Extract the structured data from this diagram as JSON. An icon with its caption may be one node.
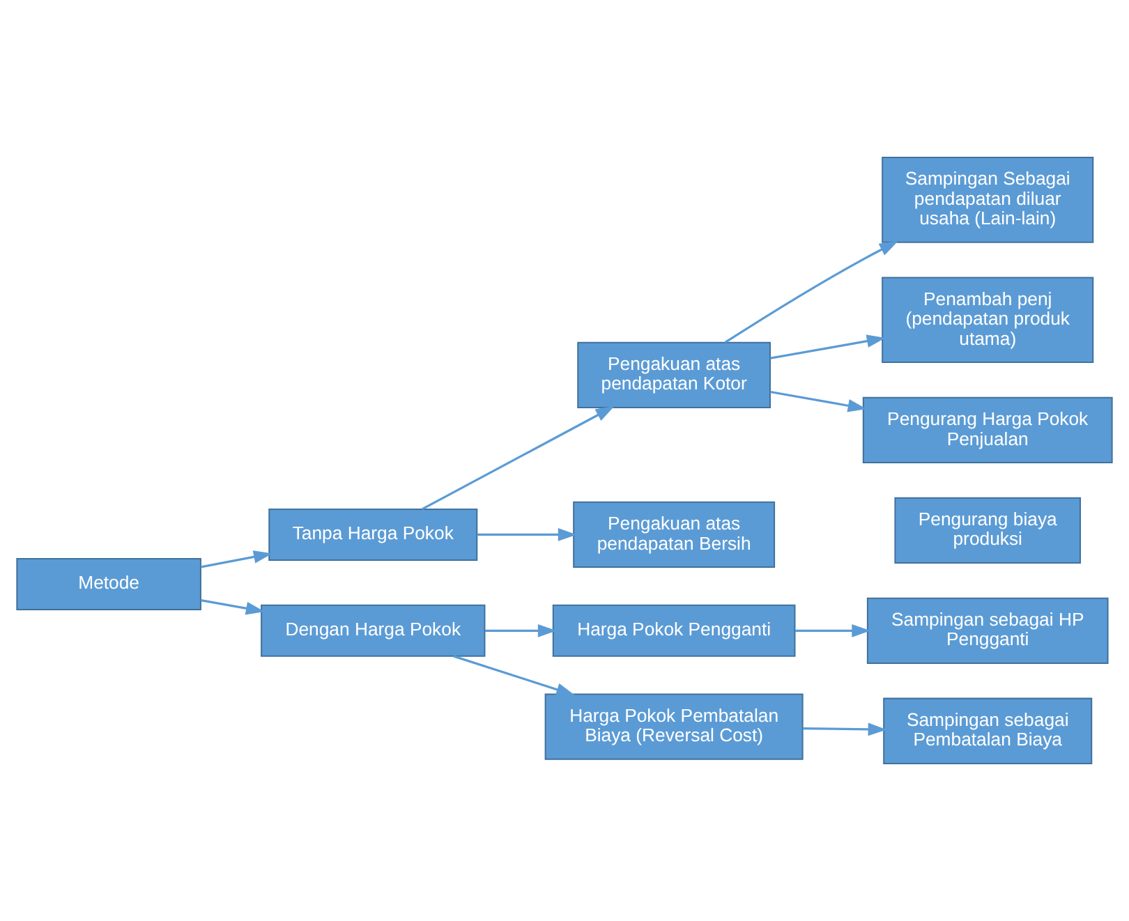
{
  "diagram": {
    "nodes": [
      {
        "text": [
          "Metode"
        ]
      },
      {
        "text": [
          "Tanpa Harga Pokok"
        ]
      },
      {
        "text": [
          "Dengan Harga Pokok"
        ]
      },
      {
        "text": [
          "Pengakuan atas pendapatan Kotor"
        ]
      },
      {
        "text": [
          "Pengakuan atas pendapatan Bersih"
        ]
      },
      {
        "text": [
          "Sampingan Sebagai pendapatan diluar usaha (Lain-lain)"
        ]
      },
      {
        "text": [
          "Penambah penj (pendapatan produk utama)"
        ]
      },
      {
        "text": [
          "Pengurang Harga Pokok Penjualan"
        ]
      },
      {
        "text": [
          "Pengurang biaya produksi"
        ]
      },
      {
        "text": [
          "Harga Pokok Pengganti"
        ]
      },
      {
        "text": [
          "Harga Pokok Pembatalan Biaya (Reversal Cost)"
        ]
      },
      {
        "text": [
          "Sampingan sebagai HP Pengganti"
        ]
      },
      {
        "text": [
          "Sampingan sebagai Pembatalan Biaya"
        ]
      }
    ],
    "edges": [
      {
        "from": 0,
        "to": 1,
        "arrow": "to"
      },
      {
        "from": 0,
        "to": 2,
        "arrow": "to"
      },
      {
        "from": 1,
        "to": 3,
        "arrow": "to"
      },
      {
        "from": 1,
        "to": 4,
        "arrow": "to"
      },
      {
        "from": 3,
        "to": 5,
        "arrow": "to"
      },
      {
        "from": 3,
        "to": 6,
        "arrow": "to"
      },
      {
        "from": 3,
        "to": 7,
        "arrow": "to"
      },
      {
        "from": 2,
        "to": 9,
        "arrow": "to"
      },
      {
        "from": 2,
        "to": 10,
        "arrow": "to"
      },
      {
        "from": 9,
        "to": 11,
        "arrow": "to"
      },
      {
        "from": 10,
        "to": 12,
        "arrow": "to"
      }
    ]
  }
}
